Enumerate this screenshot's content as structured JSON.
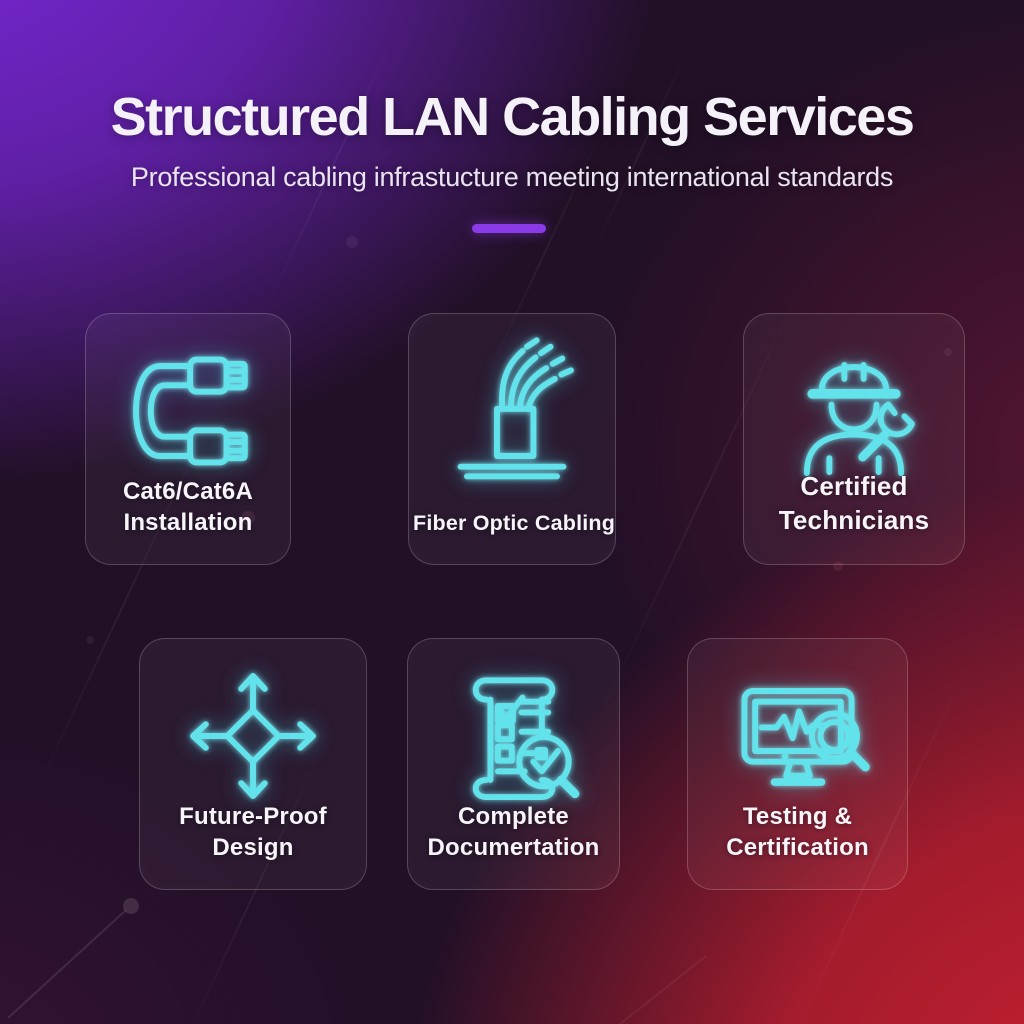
{
  "poster": {
    "title": "Structured LAN Cabling Services",
    "subtitle": "Professional cabling infrastucture meeting international standards"
  },
  "cards": [
    {
      "id": "cat6-installation",
      "label": "Cat6/Cat6A\nInstallation",
      "icon": "ethernet-cable-icon"
    },
    {
      "id": "fiber-optic-cabling",
      "label": "Fiber Optic Cabling",
      "icon": "fiber-optic-cable-icon"
    },
    {
      "id": "certified-technicians",
      "label": "Certified\nTechnicians",
      "icon": "hardhat-technician-icon"
    },
    {
      "id": "future-proof-design",
      "label": "Future-Proof\nDesign",
      "icon": "expand-arrows-icon"
    },
    {
      "id": "complete-documentation",
      "label": "Complete\nDocumertation",
      "icon": "checklist-scroll-icon"
    },
    {
      "id": "testing-certification",
      "label": "Testing &\nCertification",
      "icon": "monitor-diagnostics-icon"
    }
  ],
  "style": {
    "accent_divider": "#8a3ae8",
    "icon_neon": "#62e3ec",
    "bg_purple": "#7a27d6",
    "bg_red": "#c02030",
    "bg_dark": "#221027",
    "text_color": "#f5f2f8"
  }
}
